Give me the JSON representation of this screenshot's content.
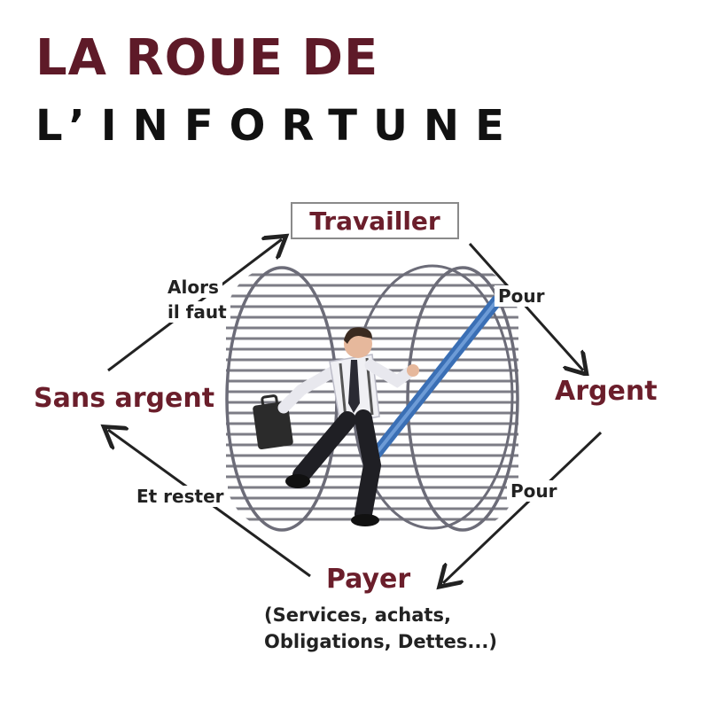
{
  "title": {
    "line1": "LA ROUE DE",
    "line2": "L’INFORTUNE"
  },
  "nodes": {
    "travailler": "Travailler",
    "argent": "Argent",
    "payer": "Payer",
    "payer_detail_1": "(Services, achats,",
    "payer_detail_2": "Obligations, Dettes...)",
    "sans_argent": "Sans argent"
  },
  "edges": {
    "travailler_to_argent": "Pour",
    "argent_to_payer": "Pour",
    "payer_to_sans_argent": "Et rester",
    "sans_argent_to_travailler_1": "Alors",
    "sans_argent_to_travailler_2": "il faut"
  },
  "colors": {
    "title_accent": "#5e1a28",
    "node_text": "#6b1e2b",
    "wheel_bar": "#3a6fb5"
  }
}
